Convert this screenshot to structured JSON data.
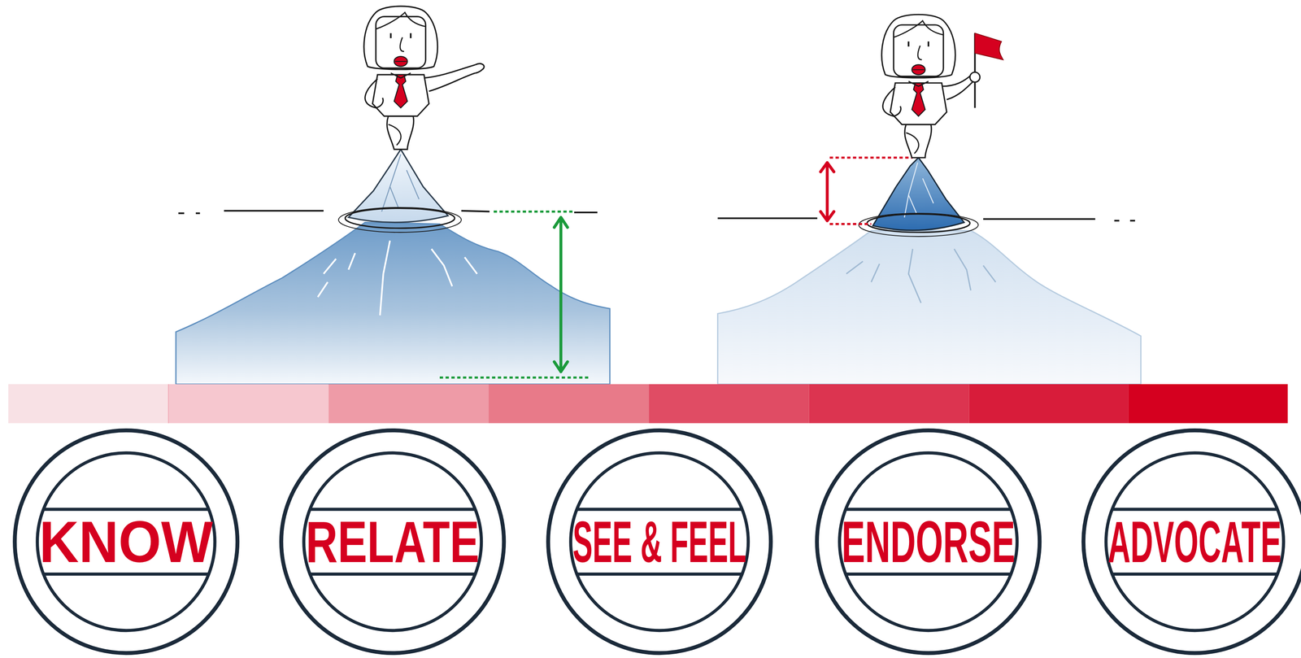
{
  "diagram": {
    "nodes": [
      {
        "text": [
          "KNOW"
        ]
      },
      {
        "text": [
          "RELATE"
        ]
      },
      {
        "text": [
          "SEE & FEEL"
        ]
      },
      {
        "text": [
          "ENDORSE"
        ]
      },
      {
        "text": [
          "ADVOCATE"
        ]
      }
    ]
  }
}
